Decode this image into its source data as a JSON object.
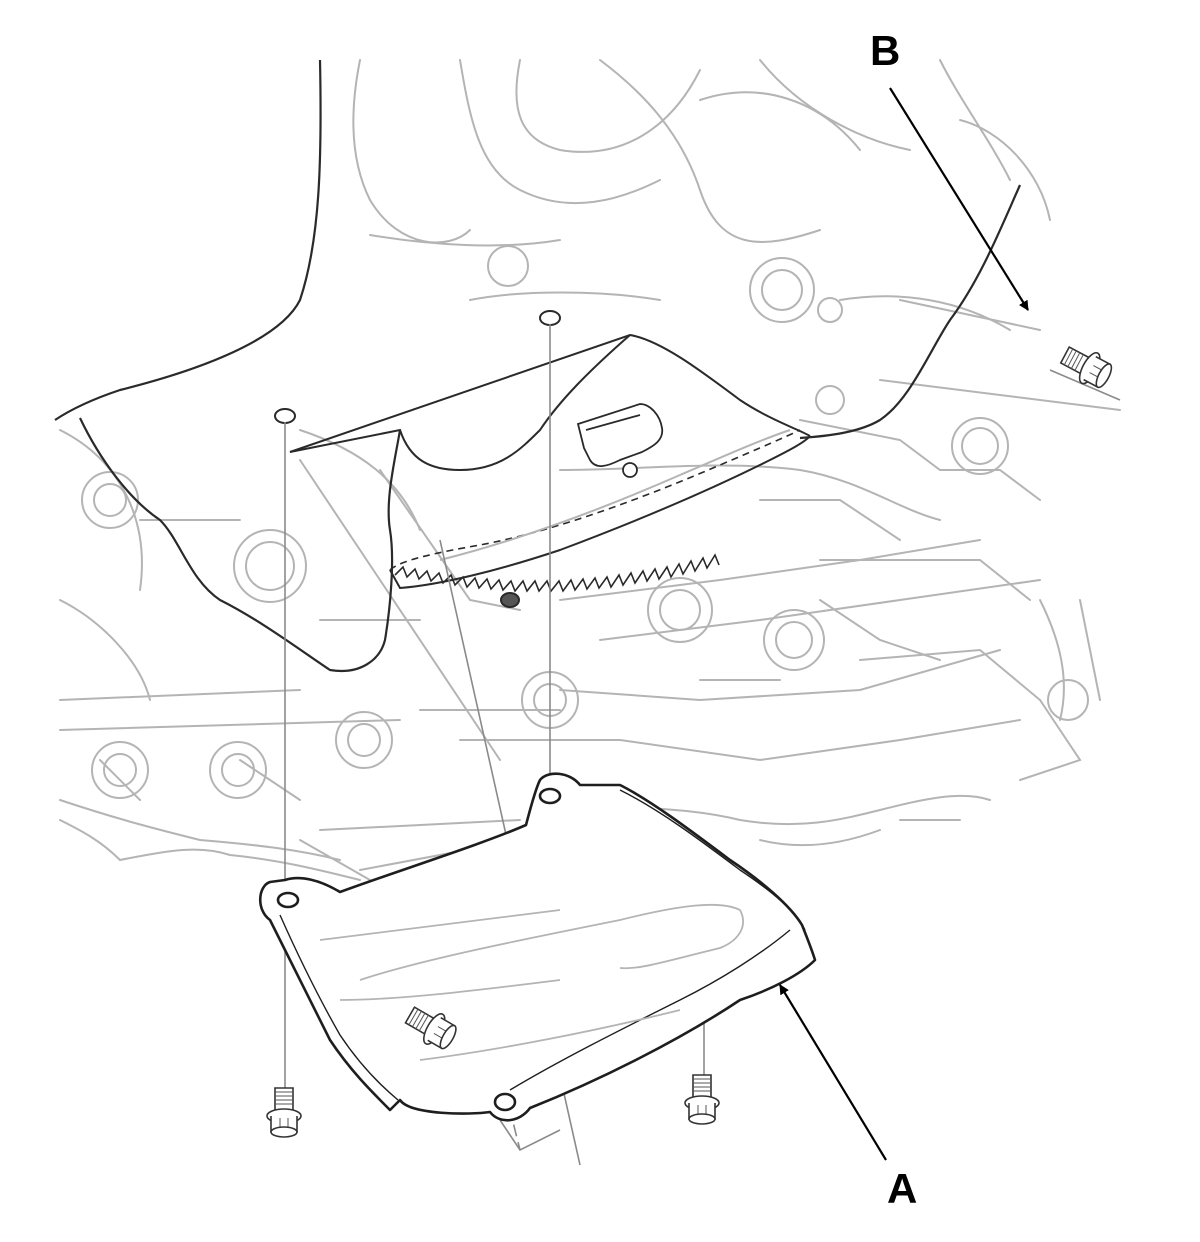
{
  "callouts": {
    "a": {
      "label": "A",
      "part": "cover-plate"
    },
    "b": {
      "label": "B",
      "part": "flange-bolt"
    }
  },
  "colors": {
    "background": "#ffffff",
    "background_lines": "#b4b4b4",
    "highlight_lines": "#1e1e1e",
    "guide_lines": "#8a8a8a",
    "label_text": "#000000"
  },
  "icons": [
    "flange-bolt-icon",
    "arrow-icon"
  ]
}
